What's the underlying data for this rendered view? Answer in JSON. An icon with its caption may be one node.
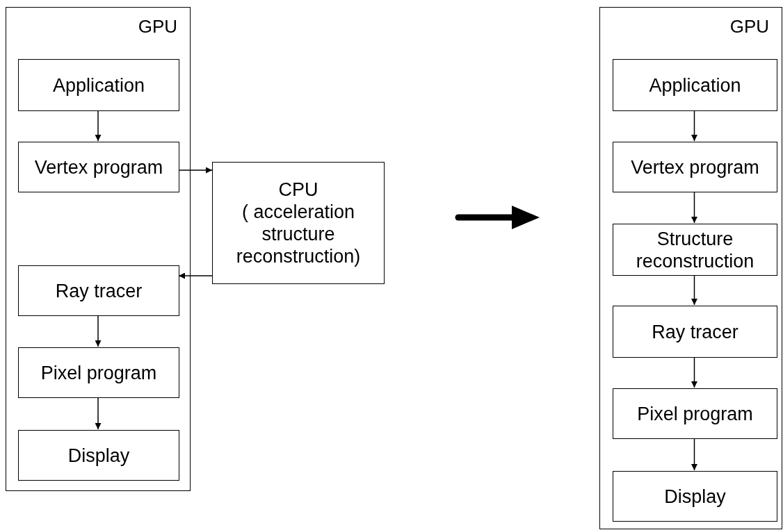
{
  "diagram": {
    "nodes": [
      {
        "text": [
          "GPU"
        ]
      },
      {
        "text": [
          "Application"
        ],
        "in": 0
      },
      {
        "text": [
          "Vertex program"
        ],
        "in": 0
      },
      {
        "text": [
          "Ray tracer"
        ],
        "in": 0
      },
      {
        "text": [
          "Pixel program"
        ],
        "in": 0
      },
      {
        "text": [
          "Display"
        ],
        "in": 0
      },
      {
        "text": [
          "CPU",
          "( acceleration structure reconstruction)"
        ]
      },
      {
        "text": [
          "GPU"
        ]
      },
      {
        "text": [
          "Application"
        ],
        "in": 7
      },
      {
        "text": [
          "Vertex program"
        ],
        "in": 7
      },
      {
        "text": [
          "Structure reconstruction"
        ],
        "in": 7
      },
      {
        "text": [
          "Ray tracer"
        ],
        "in": 7
      },
      {
        "text": [
          "Pixel program"
        ],
        "in": 7
      },
      {
        "text": [
          "Display"
        ],
        "in": 7
      }
    ],
    "edges": [
      {
        "from": 1,
        "to": 2,
        "arrow": "to"
      },
      {
        "from": 2,
        "to": 6,
        "arrow": "to"
      },
      {
        "from": 6,
        "to": 3,
        "arrow": "to"
      },
      {
        "from": 3,
        "to": 4,
        "arrow": "to"
      },
      {
        "from": 4,
        "to": 5,
        "arrow": "to"
      },
      {
        "from": 8,
        "to": 9,
        "arrow": "to"
      },
      {
        "from": 9,
        "to": 10,
        "arrow": "to"
      },
      {
        "from": 10,
        "to": 11,
        "arrow": "to"
      },
      {
        "from": 11,
        "to": 12,
        "arrow": "to"
      },
      {
        "from": 12,
        "to": 13,
        "arrow": "to"
      }
    ]
  }
}
